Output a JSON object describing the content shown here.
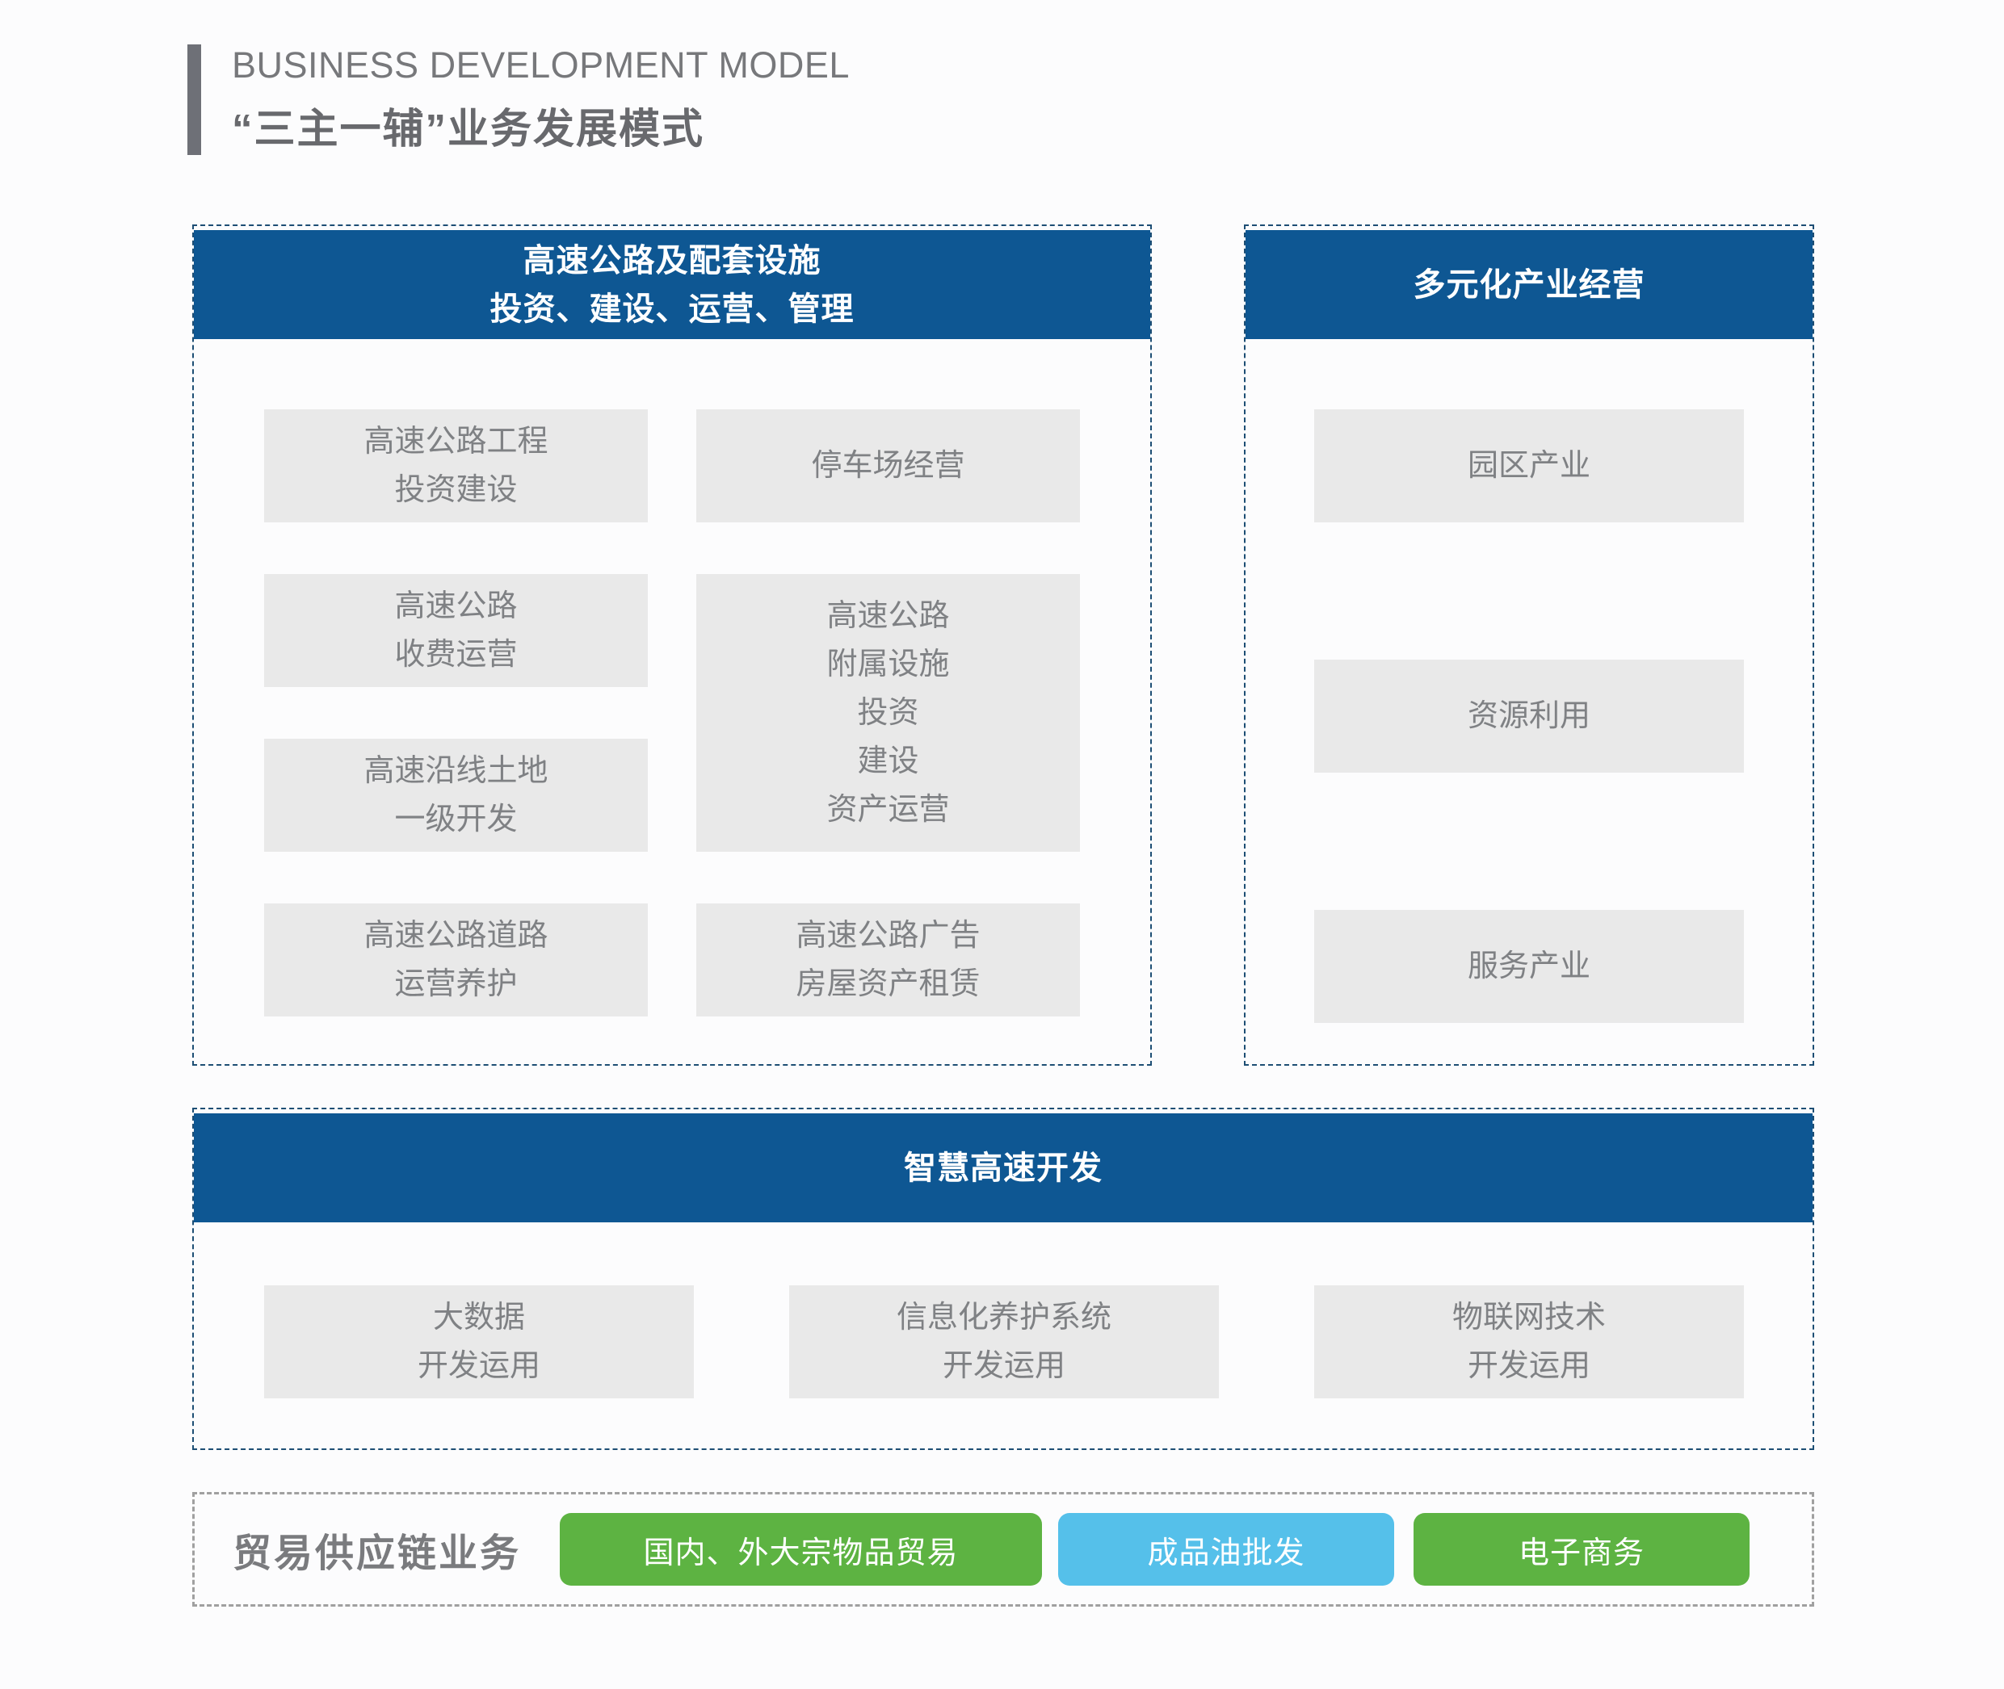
{
  "header": {
    "title_en": "BUSINESS DEVELOPMENT MODEL",
    "title_zh": "“三主一辅”业务发展模式"
  },
  "colors": {
    "primary_blue": "#0e5793",
    "dashed_border_blue": "#1d4e74",
    "dashed_border_gray": "#a0a0a0",
    "box_gray": "#e9e9e9",
    "box_text_gray": "#7f8184",
    "green": "#5db342",
    "sky_blue": "#55c0ea",
    "title_gray": "#77787b"
  },
  "highway_section": {
    "title": "高速公路及配套设施\n投资、建设、运营、管理",
    "items_left": [
      {
        "label": "高速公路工程\n投资建设"
      },
      {
        "label": "高速公路\n收费运营"
      },
      {
        "label": "高速沿线土地\n一级开发"
      },
      {
        "label": "高速公路道路\n运营养护"
      }
    ],
    "items_right": [
      {
        "label": "停车场经营"
      },
      {
        "label": "高速公路\n附属设施\n投资\n建设\n资产运营"
      },
      {
        "label": "高速公路广告\n房屋资产租赁"
      }
    ]
  },
  "diversified_section": {
    "title": "多元化产业经营",
    "items": [
      {
        "label": "园区产业"
      },
      {
        "label": "资源利用"
      },
      {
        "label": "服务产业"
      }
    ]
  },
  "smart_section": {
    "title": "智慧高速开发",
    "items": [
      {
        "label": "大数据\n开发运用"
      },
      {
        "label": "信息化养护系统\n开发运用"
      },
      {
        "label": "物联网技术\n开发运用"
      }
    ]
  },
  "trade_section": {
    "label": "贸易供应链业务",
    "buttons": [
      {
        "label": "国内、外大宗物品贸易",
        "color": "#5db342"
      },
      {
        "label": "成品油批发",
        "color": "#55c0ea"
      },
      {
        "label": "电子商务",
        "color": "#5db342"
      }
    ]
  }
}
